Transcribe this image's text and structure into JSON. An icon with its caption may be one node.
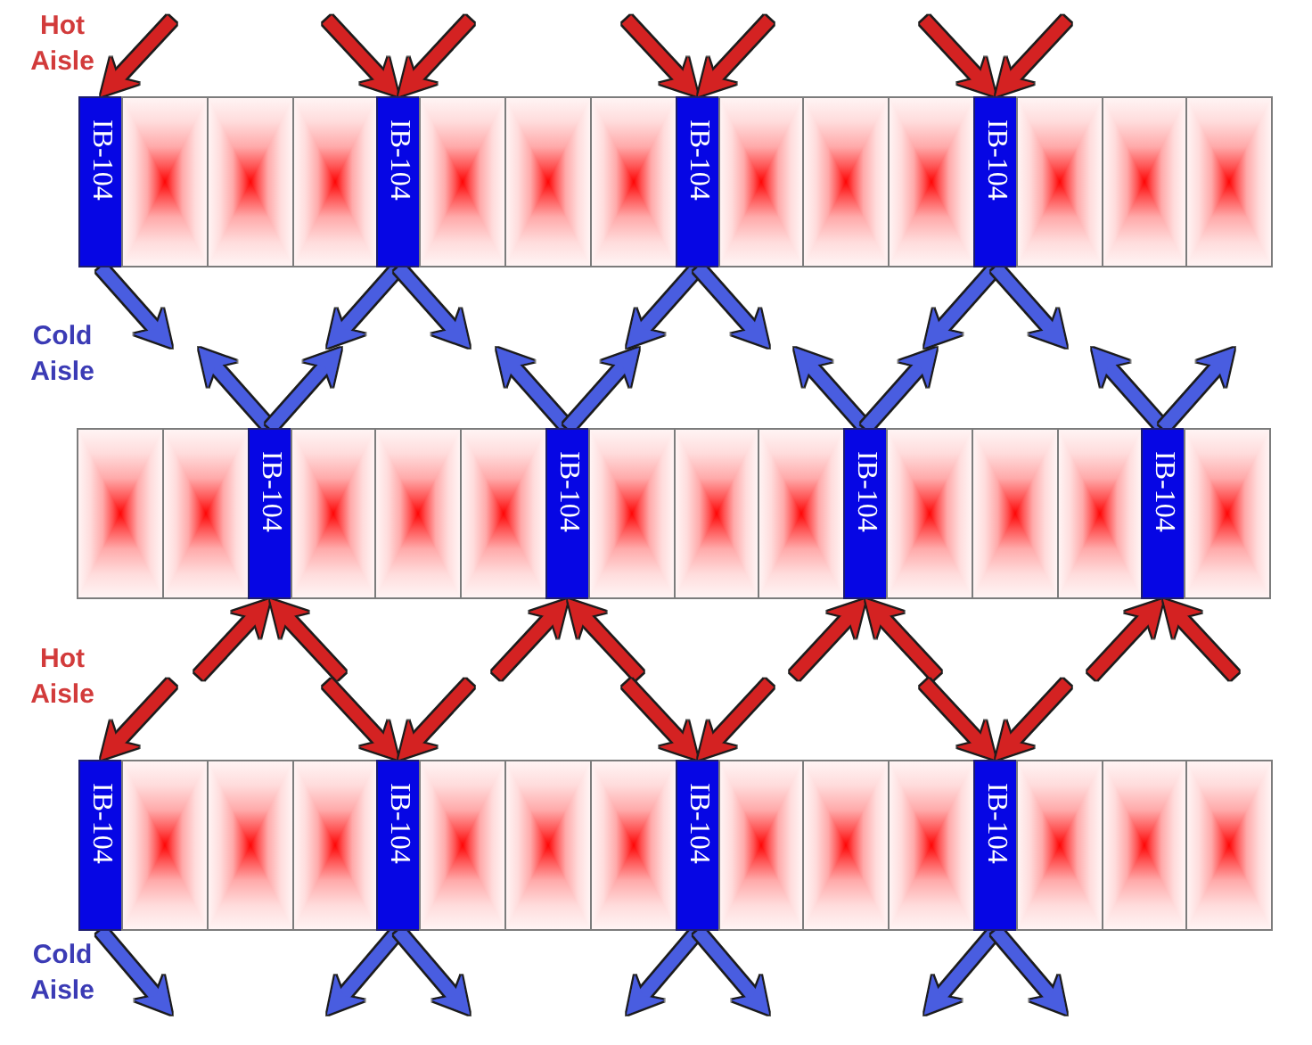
{
  "diagram": {
    "nodes": [
      {
        "text": [
          "IB-104"
        ]
      },
      {
        "text": [],
        "shape": "box"
      },
      {
        "text": [],
        "shape": "box"
      },
      {
        "text": [],
        "shape": "box"
      },
      {
        "text": [
          "IB-104"
        ]
      },
      {
        "text": [],
        "shape": "box"
      },
      {
        "text": [],
        "shape": "box"
      },
      {
        "text": [],
        "shape": "box"
      },
      {
        "text": [
          "IB-104"
        ]
      },
      {
        "text": [],
        "shape": "box"
      },
      {
        "text": [],
        "shape": "box"
      },
      {
        "text": [],
        "shape": "box"
      },
      {
        "text": [
          "IB-104"
        ]
      },
      {
        "text": [],
        "shape": "box"
      },
      {
        "text": [],
        "shape": "box"
      },
      {
        "text": [],
        "shape": "box"
      },
      {
        "text": [],
        "shape": "box"
      },
      {
        "text": [],
        "shape": "box"
      },
      {
        "text": [
          "IB-104"
        ]
      },
      {
        "text": [],
        "shape": "box"
      },
      {
        "text": [],
        "shape": "box"
      },
      {
        "text": [],
        "shape": "box"
      },
      {
        "text": [
          "IB-104"
        ]
      },
      {
        "text": [],
        "shape": "box"
      },
      {
        "text": [],
        "shape": "box"
      },
      {
        "text": [],
        "shape": "box"
      },
      {
        "text": [
          "IB-104"
        ]
      },
      {
        "text": [],
        "shape": "box"
      },
      {
        "text": [],
        "shape": "box"
      },
      {
        "text": [],
        "shape": "box"
      },
      {
        "text": [
          "IB-104"
        ]
      },
      {
        "text": [],
        "shape": "box"
      },
      {
        "text": [
          "IB-104"
        ]
      },
      {
        "text": [],
        "shape": "box"
      },
      {
        "text": [],
        "shape": "box"
      },
      {
        "text": [],
        "shape": "box"
      },
      {
        "text": [
          "IB-104"
        ]
      },
      {
        "text": [],
        "shape": "box"
      },
      {
        "text": [],
        "shape": "box"
      },
      {
        "text": [],
        "shape": "box"
      },
      {
        "text": [
          "IB-104"
        ]
      },
      {
        "text": [],
        "shape": "box"
      },
      {
        "text": [],
        "shape": "box"
      },
      {
        "text": [],
        "shape": "box"
      },
      {
        "text": [
          "IB-104"
        ]
      },
      {
        "text": [],
        "shape": "box"
      },
      {
        "text": [],
        "shape": "box"
      },
      {
        "text": [],
        "shape": "box"
      }
    ],
    "edges": [
      {
        "from": null,
        "to": 0,
        "arrow": "to",
        "color": "#d42222"
      },
      {
        "from": null,
        "to": 4,
        "arrow": "to",
        "color": "#d42222"
      },
      {
        "from": null,
        "to": 4,
        "arrow": "to",
        "color": "#d42222"
      },
      {
        "from": null,
        "to": 8,
        "arrow": "to",
        "color": "#d42222"
      },
      {
        "from": null,
        "to": 8,
        "arrow": "to",
        "color": "#d42222"
      },
      {
        "from": null,
        "to": 12,
        "arrow": "to",
        "color": "#d42222"
      },
      {
        "from": null,
        "to": 12,
        "arrow": "to",
        "color": "#d42222"
      },
      {
        "from": 0,
        "to": null,
        "arrow": "to",
        "color": "#4a5de0"
      },
      {
        "from": 4,
        "to": null,
        "arrow": "to",
        "color": "#4a5de0"
      },
      {
        "from": 4,
        "to": null,
        "arrow": "to",
        "color": "#4a5de0"
      },
      {
        "from": 8,
        "to": null,
        "arrow": "to",
        "color": "#4a5de0"
      },
      {
        "from": 8,
        "to": null,
        "arrow": "to",
        "color": "#4a5de0"
      },
      {
        "from": 12,
        "to": null,
        "arrow": "to",
        "color": "#4a5de0"
      },
      {
        "from": 12,
        "to": null,
        "arrow": "to",
        "color": "#4a5de0"
      },
      {
        "from": 18,
        "to": null,
        "arrow": "to",
        "color": "#4a5de0"
      },
      {
        "from": 18,
        "to": null,
        "arrow": "to",
        "color": "#4a5de0"
      },
      {
        "from": 22,
        "to": null,
        "arrow": "to",
        "color": "#4a5de0"
      },
      {
        "from": 22,
        "to": null,
        "arrow": "to",
        "color": "#4a5de0"
      },
      {
        "from": 26,
        "to": null,
        "arrow": "to",
        "color": "#4a5de0"
      },
      {
        "from": 26,
        "to": null,
        "arrow": "to",
        "color": "#4a5de0"
      },
      {
        "from": 30,
        "to": null,
        "arrow": "to",
        "color": "#4a5de0"
      },
      {
        "from": 30,
        "to": null,
        "arrow": "to",
        "color": "#4a5de0"
      },
      {
        "from": null,
        "to": 18,
        "arrow": "to",
        "color": "#d42222"
      },
      {
        "from": null,
        "to": 18,
        "arrow": "to",
        "color": "#d42222"
      },
      {
        "from": null,
        "to": 22,
        "arrow": "to",
        "color": "#d42222"
      },
      {
        "from": null,
        "to": 22,
        "arrow": "to",
        "color": "#d42222"
      },
      {
        "from": null,
        "to": 26,
        "arrow": "to",
        "color": "#d42222"
      },
      {
        "from": null,
        "to": 26,
        "arrow": "to",
        "color": "#d42222"
      },
      {
        "from": null,
        "to": 30,
        "arrow": "to",
        "color": "#d42222"
      },
      {
        "from": null,
        "to": 30,
        "arrow": "to",
        "color": "#d42222"
      },
      {
        "from": null,
        "to": 32,
        "arrow": "to",
        "color": "#d42222"
      },
      {
        "from": null,
        "to": 36,
        "arrow": "to",
        "color": "#d42222"
      },
      {
        "from": null,
        "to": 36,
        "arrow": "to",
        "color": "#d42222"
      },
      {
        "from": null,
        "to": 40,
        "arrow": "to",
        "color": "#d42222"
      },
      {
        "from": null,
        "to": 40,
        "arrow": "to",
        "color": "#d42222"
      },
      {
        "from": null,
        "to": 44,
        "arrow": "to",
        "color": "#d42222"
      },
      {
        "from": null,
        "to": 44,
        "arrow": "to",
        "color": "#d42222"
      },
      {
        "from": 32,
        "to": null,
        "arrow": "to",
        "color": "#4a5de0"
      },
      {
        "from": 36,
        "to": null,
        "arrow": "to",
        "color": "#4a5de0"
      },
      {
        "from": 36,
        "to": null,
        "arrow": "to",
        "color": "#4a5de0"
      },
      {
        "from": 40,
        "to": null,
        "arrow": "to",
        "color": "#4a5de0"
      },
      {
        "from": 40,
        "to": null,
        "arrow": "to",
        "color": "#4a5de0"
      },
      {
        "from": 44,
        "to": null,
        "arrow": "to",
        "color": "#4a5de0"
      },
      {
        "from": 44,
        "to": null,
        "arrow": "to",
        "color": "#4a5de0"
      }
    ],
    "labels": [
      "Hot Aisle",
      "Cold Aisle",
      "Hot Aisle",
      "Cold Aisle"
    ]
  }
}
